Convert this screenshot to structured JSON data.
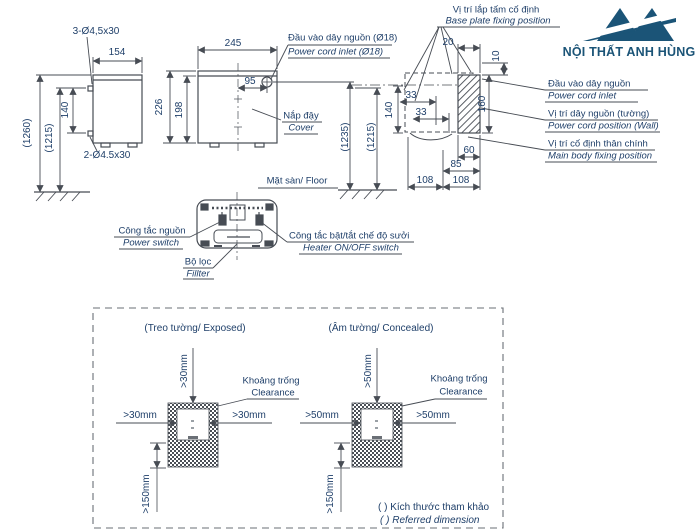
{
  "brand": {
    "name": "NỘI THẤT ANH HÙNG",
    "color": "#1b5477"
  },
  "colors": {
    "line": "#474c54",
    "text": "#20406a"
  },
  "drawing": {
    "side_view": {
      "screws_top": "3-Ø4,5x30",
      "width": "154",
      "pitch": "140",
      "height_total": "(1260)",
      "height_holes": "(1215)",
      "screws_bottom": "2-Ø4.5x30"
    },
    "front_view": {
      "width": "245",
      "inlet_offset": "95",
      "height_body": "226",
      "height_inner": "198",
      "inlet_vn": "Đầu vào dây nguồn (Ø18)",
      "inlet_en": "Power cord inlet (Ø18)",
      "cover_vn": "Nắp đậy",
      "cover_en": "Cover",
      "height_inlet": "(1235)",
      "height_mount": "(1215)",
      "floor_label": "Mặt sàn/ Floor"
    },
    "wall_view": {
      "baseplate_vn": "Vị trí lắp tấm cố định",
      "baseplate_en": "Base plate fixing position",
      "d20": "20",
      "d10": "10",
      "d33a": "33",
      "d33b": "33",
      "d140": "140",
      "d160": "160",
      "d60": "60",
      "d85": "85",
      "d108a": "108",
      "d108b": "108",
      "inlet_vn": "Đầu vào dây nguồn",
      "inlet_en": "Power cord inlet",
      "cordpos_vn": "Vị trí dây nguồn (tường)",
      "cordpos_en": "Power cord position (Wall)",
      "bodyfix_vn": "Vị trí cố định thân chính",
      "bodyfix_en": "Main body fixing position"
    },
    "bottom_view": {
      "power_vn": "Công tắc nguồn",
      "power_en": "Power switch",
      "heater_vn": "Công tắc bật/tắt chế độ sưởi",
      "heater_en": "Heater ON/OFF switch",
      "filter_vn": "Bộ lọc",
      "filter_en": "Fillter"
    }
  },
  "clearance": {
    "exposed": {
      "title": "(Treo tường/ Exposed)",
      "top": ">30mm",
      "left": ">30mm",
      "right": ">30mm",
      "bottom": ">150mm",
      "gap_vn": "Khoảng trống",
      "gap_en": "Clearance"
    },
    "concealed": {
      "title": "(Âm tường/ Concealed)",
      "top": ">50mm",
      "left": ">50mm",
      "right": ">50mm",
      "bottom": ">150mm",
      "gap_vn": "Khoảng trống",
      "gap_en": "Clearance"
    },
    "note_vn": "( ) Kích thước tham khảo",
    "note_en": "( ) Referred dimension"
  }
}
